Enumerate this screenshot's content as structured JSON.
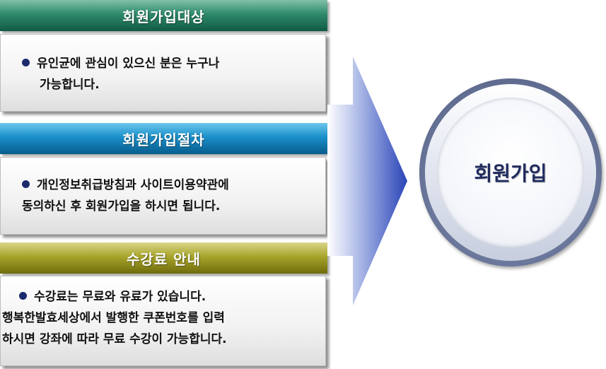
{
  "sections": [
    {
      "title": "회원가입대상",
      "lines": [
        "유인균에 관심이 있으신 분은 누구나",
        "가능합니다."
      ]
    },
    {
      "title": "회원가입절차",
      "lines": [
        "개인정보취급방침과 사이트이용약관에",
        "동의하신 후 회원가입을 하시면 됩니다."
      ]
    },
    {
      "title": "수강료 안내",
      "lines": [
        "수강료는 무료와 유료가 있습니다.",
        "행복한발효세상에서 발행한 쿠폰번호를 입력",
        "하시면 강좌에 따라 무료 수강이 가능합니다."
      ]
    }
  ],
  "result": {
    "label": "회원가입"
  },
  "colors": {
    "section1": "#2f8a6c",
    "section2": "#1a8fc9",
    "section3": "#a8a52b",
    "arrow": "#2a45b8",
    "circle_text": "#1f2a5e",
    "bullet": "#1a2a6b"
  },
  "icons": {
    "bullet": "bullet-dot-icon",
    "arrow": "right-arrow-icon"
  }
}
